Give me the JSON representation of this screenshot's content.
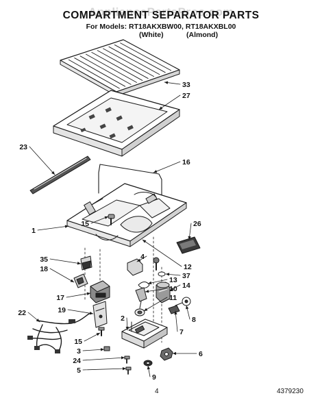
{
  "header": {
    "watermark": "AppliancePartsPros.com",
    "title": "COMPARTMENT SEPARATOR PARTS",
    "models_line": "For Models: RT18AKXBW00, RT18AKXBL00",
    "variant_white": "(White)",
    "variant_almond": "(Almond)"
  },
  "part_labels": [
    "33",
    "27",
    "23",
    "16",
    "1",
    "26",
    "15",
    "35",
    "18",
    "12",
    "4",
    "13",
    "10",
    "37",
    "14",
    "17",
    "11",
    "19",
    "22",
    "2",
    "8",
    "7",
    "15",
    "3",
    "6",
    "24",
    "5",
    "9"
  ],
  "footer": {
    "page_number": "4",
    "drawing_number": "4379230"
  }
}
